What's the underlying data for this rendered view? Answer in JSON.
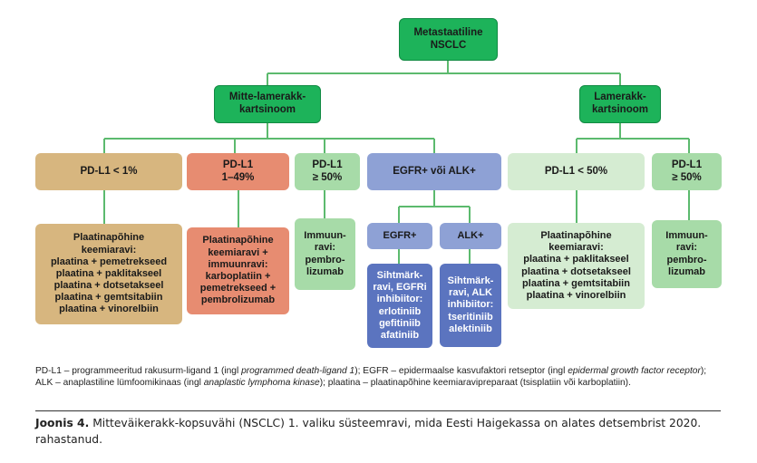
{
  "nodes": {
    "root": "Metastaatiline\nNSCLC",
    "non_squamous": "Mitte-lamerakk-\nkartsinoom",
    "squamous": "Lamerakk-\nkartsinoom",
    "ns_pdl1_low": "PD-L1 < 1%",
    "ns_pdl1_mid": "PD-L1\n1–49%",
    "ns_pdl1_high": "PD-L1\n≥ 50%",
    "ns_driver": "EGFR+ või ALK+",
    "sq_pdl1_low": "PD-L1 < 50%",
    "sq_pdl1_high": "PD-L1\n≥ 50%",
    "ns_low_tx": "Plaatinapõhine\nkeemiaravi:\nplaatina + pemetrekseed\nplaatina + paklitakseel\nplaatina + dotsetakseel\nplaatina + gemtsitabiin\nplaatina + vinorelbiin",
    "ns_mid_tx": "Plaatinapõhine\nkeemiaravi +\nimmuunravi:\nkarboplatiin +\npemetrekseed +\npembrolizumab",
    "ns_high_tx": "Immuun-\nravi:\npembro-\nlizumab",
    "egfr": "EGFR+",
    "alk": "ALK+",
    "egfr_tx": "Sihtmärk-\nravi, EGFRi\ninhibiitor:\nerlotiniib\ngefitiniib\nafatiniib",
    "alk_tx": "Sihtmärk-\nravi, ALK\ninhibiitor:\ntseritiniib\nalektiniib",
    "sq_low_tx": "Plaatinapõhine\nkeemiaravi:\nplaatina + paklitakseel\nplaatina + dotsetakseel\nplaatina + gemtsitabiin\nplaatina + vinorelbiin",
    "sq_high_tx": "Immuun-\nravi:\npembro-\nlizumab"
  },
  "legend": {
    "pdl1": "PD-L1 – programmeeritud rakusurm-ligand 1 (ingl ",
    "pdl1_en": "programmed death-ligand 1",
    "egfr": "); EGFR – epidermaalse kasvufaktori retseptor (ingl ",
    "egfr_en": "epidermal growth factor receptor",
    "alk": "); ALK – anaplastiline lümfoomikinaas (ingl ",
    "alk_en": "anaplastic lymphoma kinase",
    "platina": "); plaatina – plaatinapõhine keemiaravipreparaat (tsisplatiin või karboplatiin)."
  },
  "caption": {
    "label": "Joonis 4.",
    "text": " Mitteväikerakk-kopsuvähi (NSCLC) 1. valiku süsteemravi, mida Eesti Haigekassa on alates detsembrist 2020. rahastanud."
  },
  "colors": {
    "connector": "#5cba6e",
    "dark_green": "#1db35a",
    "tan": "#d7b67f",
    "salmon": "#e78c71",
    "mint": "#a7dba8",
    "mint_light": "#d5ecd2",
    "blue": "#8ea1d5",
    "blue_dark": "#5b74bf"
  }
}
